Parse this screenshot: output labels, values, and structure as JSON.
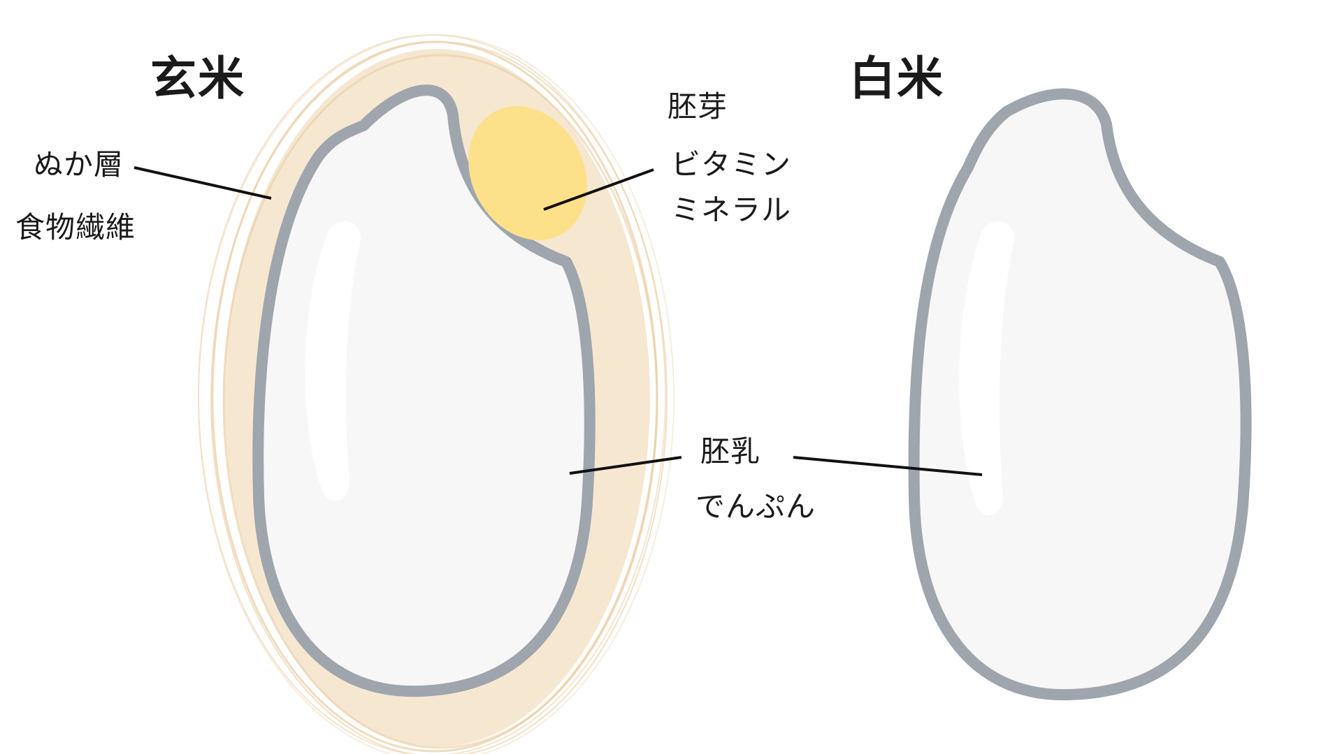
{
  "titles": {
    "brown_rice": "玄米",
    "white_rice": "白米"
  },
  "labels": {
    "bran_layer": "ぬか層",
    "dietary_fiber": "食物繊維",
    "germ": "胚芽",
    "vitamin": "ビタミン",
    "mineral": "ミネラル",
    "endosperm": "胚乳",
    "starch": "でんぷん"
  },
  "colors": {
    "bran": "#f3dfc1",
    "bran_strokes": "#ecd2ad",
    "germ": "#fde08a",
    "outline": "#9ea5ad",
    "grain_fill": "#f7f7f7",
    "grain_highlight": "#ffffff",
    "leader_line": "#111111",
    "text": "#1a1a1a"
  }
}
